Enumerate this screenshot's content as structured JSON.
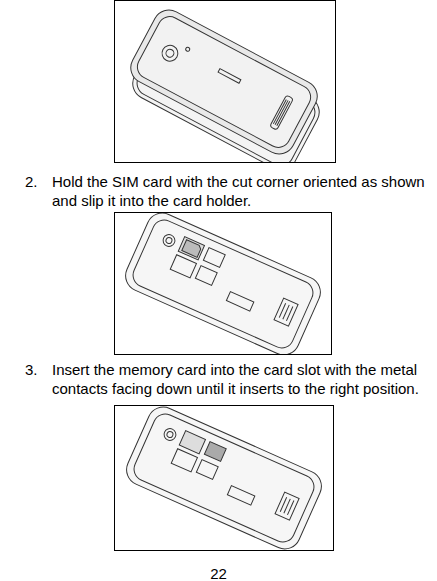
{
  "diagram": {
    "labels": [
      "2.",
      "Hold the SIM card with the cut corner oriented as shown and slip it into the card holder.",
      "3.",
      "Insert the memory card into the card slot with the metal contacts facing down until it inserts to the right position.",
      "22"
    ]
  }
}
